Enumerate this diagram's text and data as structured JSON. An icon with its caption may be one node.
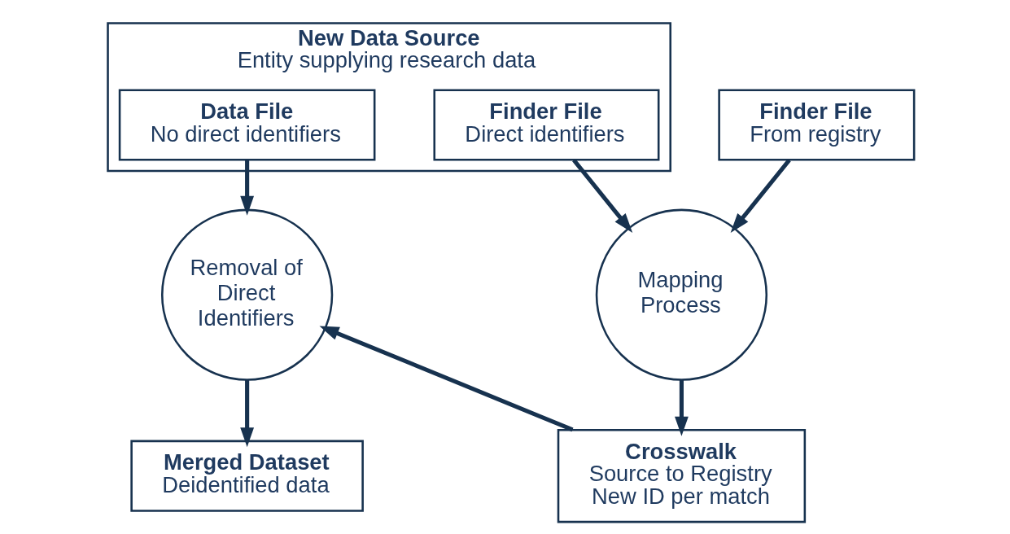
{
  "diagram": {
    "nodes": [
      {
        "text": [
          "New Data Source",
          "Entity supplying research data"
        ]
      },
      {
        "text": [
          "Data File",
          "No direct identifiers"
        ],
        "in": 0
      },
      {
        "text": [
          "Finder File",
          "Direct identifiers"
        ],
        "in": 0
      },
      {
        "text": [
          "Finder File",
          "From registry"
        ]
      },
      {
        "text": [
          "Removal of Direct Identifiers"
        ]
      },
      {
        "text": [
          "Mapping Process"
        ]
      },
      {
        "text": [
          "Merged Dataset",
          "Deidentified data"
        ]
      },
      {
        "text": [
          "Crosswalk",
          "Source to Registry",
          "New ID per match"
        ]
      }
    ],
    "edges": [
      {
        "from": 1,
        "to": 4,
        "arrow": "to"
      },
      {
        "from": 2,
        "to": 5,
        "arrow": "to"
      },
      {
        "from": 3,
        "to": 5,
        "arrow": "to"
      },
      {
        "from": 4,
        "to": 6,
        "arrow": "to"
      },
      {
        "from": 5,
        "to": 7,
        "arrow": "to"
      },
      {
        "from": 7,
        "to": 4,
        "arrow": "to"
      }
    ]
  }
}
